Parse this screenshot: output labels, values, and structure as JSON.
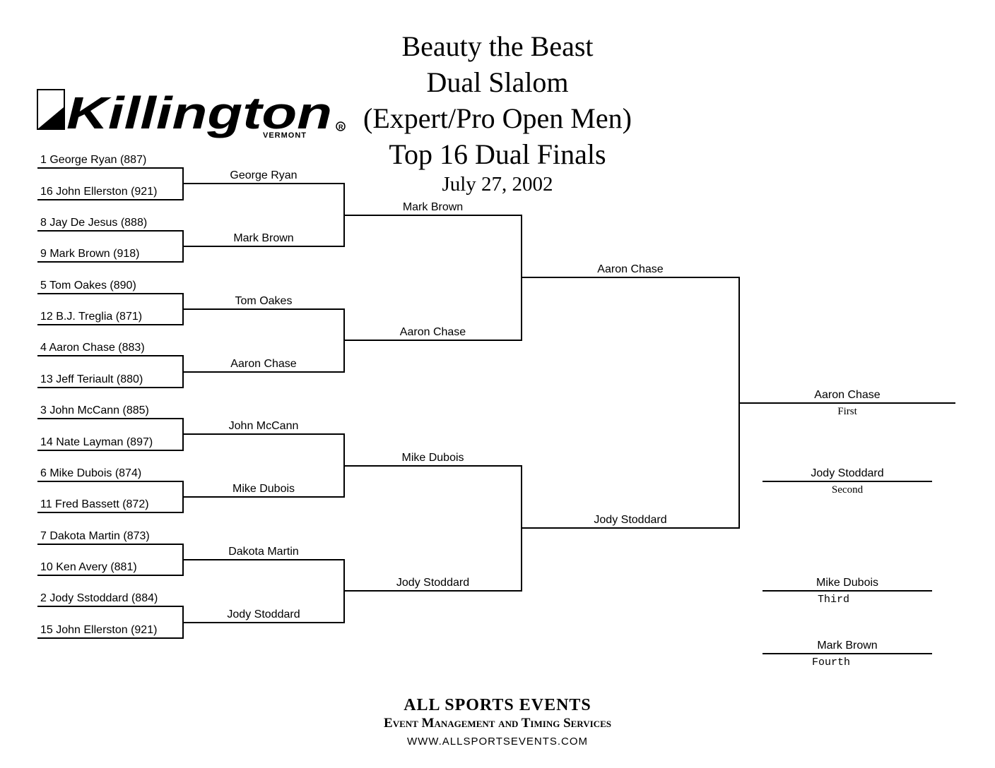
{
  "header": {
    "title_lines": [
      "Beauty the Beast",
      "Dual Slalom",
      "(Expert/Pro Open Men)",
      "Top 16 Dual Finals"
    ],
    "date": "July 27, 2002",
    "logo": {
      "name": "Killington",
      "sub": "VERMONT",
      "icon": "killington-logo"
    }
  },
  "bracket": {
    "round1": [
      "1 George Ryan (887)",
      "16 John Ellerston (921)",
      "8 Jay De Jesus (888)",
      "9 Mark Brown (918)",
      "5 Tom Oakes (890)",
      "12 B.J. Treglia (871)",
      "4 Aaron Chase (883)",
      "13 Jeff Teriault (880)",
      "3 John McCann (885)",
      "14 Nate Layman (897)",
      "6 Mike Dubois (874)",
      "11 Fred Bassett (872)",
      "7 Dakota Martin (873)",
      "10 Ken Avery (881)",
      "2 Jody Sstoddard (884)",
      "15 John Ellerston (921)"
    ],
    "round2": [
      "George Ryan",
      "Mark Brown",
      "Tom Oakes",
      "Aaron Chase",
      "John McCann",
      "Mike Dubois",
      "Dakota Martin",
      "Jody Stoddard"
    ],
    "round3": [
      "Mark Brown",
      "Aaron Chase",
      "Mike Dubois",
      "Jody Stoddard"
    ],
    "round4": [
      "Aaron Chase",
      "Jody Stoddard"
    ]
  },
  "results": [
    {
      "name": "Aaron Chase",
      "place": "First"
    },
    {
      "name": "Jody Stoddard",
      "place": "Second"
    },
    {
      "name": "Mike Dubois",
      "place": "Third"
    },
    {
      "name": "Mark Brown",
      "place": "Fourth"
    }
  ],
  "footer": {
    "company": "ALL SPORTS EVENTS",
    "tagline": "Event Management and Timing Services",
    "url": "WWW.ALLSPORTSEVENTS.COM"
  }
}
